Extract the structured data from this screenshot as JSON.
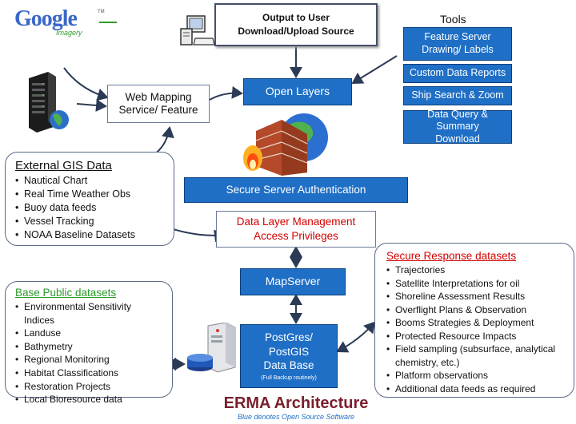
{
  "logo": {
    "brand": "Google",
    "tm": "TM",
    "sub": "Imagery"
  },
  "output": {
    "line1": "Output to User",
    "line2": "Download/Upload Source"
  },
  "tools": {
    "title": "Tools",
    "items": [
      "Feature Server Drawing/ Labels",
      "Custom Data Reports",
      "Ship Search & Zoom",
      "Data Query & Summary Download"
    ]
  },
  "wms": {
    "label": "Web Mapping Service/ Feature"
  },
  "openlayers": {
    "label": "Open Layers"
  },
  "external": {
    "title": "External GIS Data",
    "items": [
      "Nautical Chart",
      "Real Time Weather Obs",
      "Buoy data feeds",
      "Vessel Tracking",
      "NOAA Baseline Datasets"
    ]
  },
  "auth": {
    "label": "Secure Server Authentication"
  },
  "dlm": {
    "line1": "Data Layer Management",
    "line2": "Access Privileges"
  },
  "mapserver": {
    "label": "MapServer"
  },
  "postgres": {
    "line1": "PostGres/",
    "line2": "PostGIS",
    "line3": "Data Base",
    "note": "(Full Backup routinely)"
  },
  "base": {
    "title": "Base Public datasets",
    "items": [
      "Environmental Sensitivity Indices",
      "Landuse",
      "Bathymetry",
      "Regional Monitoring",
      "Habitat Classifications",
      "Restoration Projects",
      "Local Bioresource data"
    ]
  },
  "secure": {
    "title": "Secure Response datasets",
    "items": [
      "Trajectories",
      "Satellite Interpretations for oil",
      "Shoreline Assessment  Results",
      "Overflight Plans & Observation",
      "Booms Strategies & Deployment",
      "Protected Resource Impacts",
      "Field sampling (subsurface, analytical chemistry, etc.)",
      "Platform observations",
      "Additional data feeds as required"
    ]
  },
  "footer": {
    "title": "ERMA Architecture",
    "subtitle": "Blue denotes Open Source Software"
  },
  "colors": {
    "blue": "#1f6fc6",
    "red": "#d40000",
    "green": "#2a9a2a",
    "title": "#7a1f2b"
  }
}
